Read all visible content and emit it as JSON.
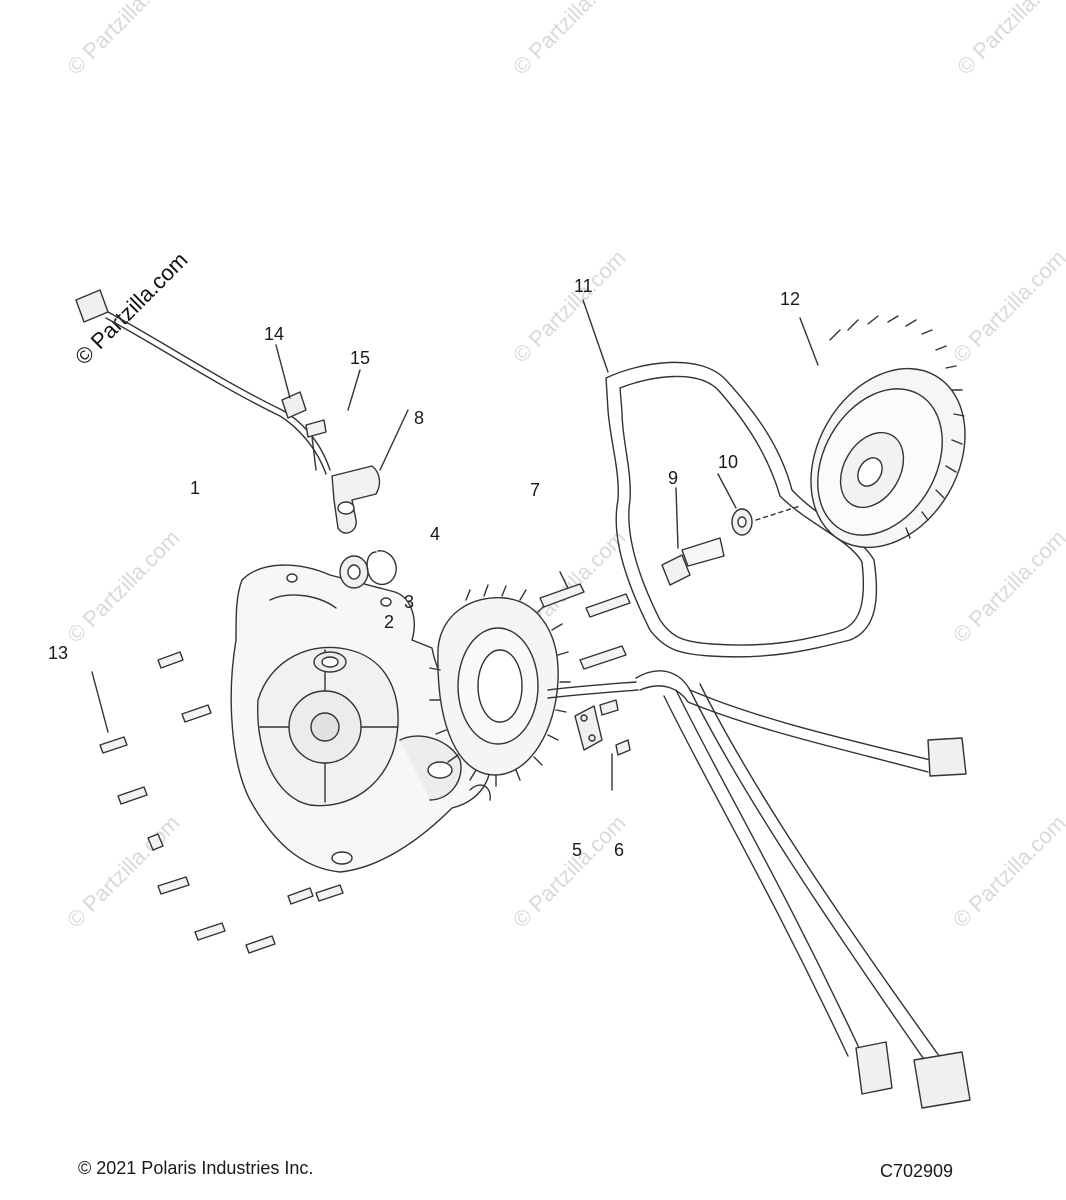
{
  "watermark": {
    "text": "© Partzilla.com",
    "color": "#d9d9d9"
  },
  "brand_watermark": {
    "text": "© Partzilla.com"
  },
  "callouts": {
    "c1": "1",
    "c2": "2",
    "c3": "3",
    "c4": "4",
    "c5": "5",
    "c6": "6",
    "c7": "7",
    "c8": "8",
    "c9": "9",
    "c10": "10",
    "c11": "11",
    "c12": "12",
    "c13": "13",
    "c14": "14",
    "c15": "15"
  },
  "parts": {
    "p1": "stator-cover-icon",
    "p2": "bearing-icon",
    "p3": "snap-ring-icon",
    "p4": "stator-icon",
    "p5": "retainer-plate-icon",
    "p6": "screw-icon",
    "p7": "stator-bolt-icon",
    "p8": "speed-sensor-icon",
    "p9": "flywheel-bolt-icon",
    "p10": "washer-icon",
    "p11": "gasket-icon",
    "p12": "flywheel-icon",
    "p13": "cover-bolt-icon",
    "p14": "harness-clip-icon",
    "p15": "sensor-screw-icon"
  },
  "footer": {
    "copyright": "© 2021 Polaris Industries Inc.",
    "diagram_code": "C702909"
  }
}
